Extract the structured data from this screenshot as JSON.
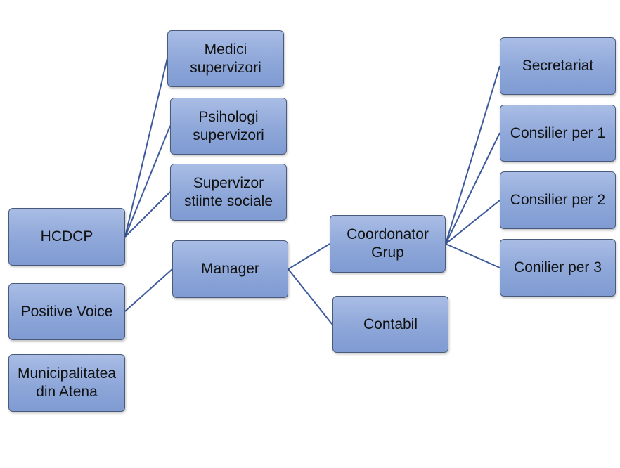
{
  "diagram": {
    "line_color": "#3d5a9a",
    "node_fill": "#8ea7d9",
    "nodes": {
      "medici": "Medici\nsupervizori",
      "psihologi": "Psihologi\nsupervizori",
      "supervizor": "Supervizor\nstiinte sociale",
      "hcdcp": "HCDCP",
      "positive_voice": "Positive Voice",
      "municipalitatea": "Municipalitatea\ndin Atena",
      "manager": "Manager",
      "coordonator": "Coordonator\nGrup",
      "contabil": "Contabil",
      "secretariat": "Secretariat",
      "consilier1": "Consilier per 1",
      "consilier2": "Consilier per 2",
      "consilier3": "Conilier per 3"
    }
  }
}
